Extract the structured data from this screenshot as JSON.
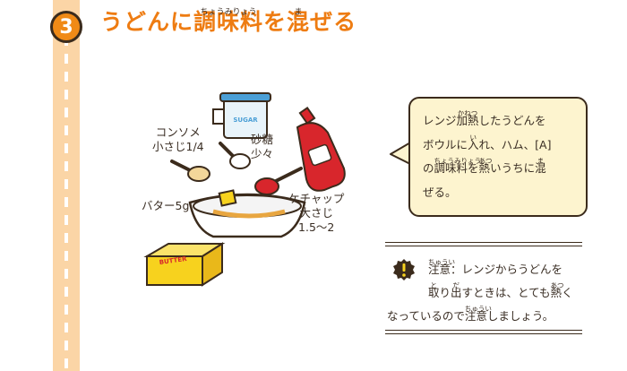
{
  "step": {
    "number": "3"
  },
  "title": {
    "part1": "うどんに",
    "kanji1": "調味料",
    "ruby1": "ちょうみりょう",
    "part2": "を",
    "kanji2": "混",
    "ruby2": "ま",
    "part3": "ぜる"
  },
  "ingredients": {
    "consomme": {
      "name": "コンソメ",
      "amount": "小さじ1/4"
    },
    "sugar": {
      "name": "砂糖",
      "amount": "少々",
      "jar_label": "SUGAR"
    },
    "butter": {
      "name": "バター5g",
      "pack_label": "BUTTER"
    },
    "ketchup": {
      "name": "ケチャップ",
      "amount1": "大さじ",
      "amount2": "1.5〜2"
    }
  },
  "bubble": {
    "l1a": "レンジ",
    "l1k": "加熱",
    "l1r": "かねつ",
    "l1b": "したうどんを",
    "l2a": "ボウルに",
    "l2k": "入",
    "l2r": "い",
    "l2b": "れ、ハム、[A]",
    "l3a": "の",
    "l3k1": "調味料",
    "l3r1": "ちょうみりょう",
    "l3b": "を",
    "l3k2": "熱",
    "l3r2": "あつ",
    "l3c": "いうちに",
    "l3k3": "混",
    "l3r3": "ま",
    "l4": "ぜる。"
  },
  "caution": {
    "k1": "注意",
    "r1": "ちゅうい",
    "a1": "：レンジからうどんを",
    "k2": "取",
    "r2": "と",
    "a2": "り",
    "k3": "出",
    "r3": "だ",
    "a3": "すときは、とても",
    "k4": "熱",
    "r4": "あつ",
    "a4": "く",
    "a5": "なっているので",
    "k5": "注意",
    "r5": "ちゅうい",
    "a6": "しましょう。"
  },
  "colors": {
    "accent": "#ee7c12",
    "band": "#fbd5a6",
    "bubble": "#fdf4cf",
    "ketchup": "#d8262c",
    "butter": "#f7d21e"
  }
}
